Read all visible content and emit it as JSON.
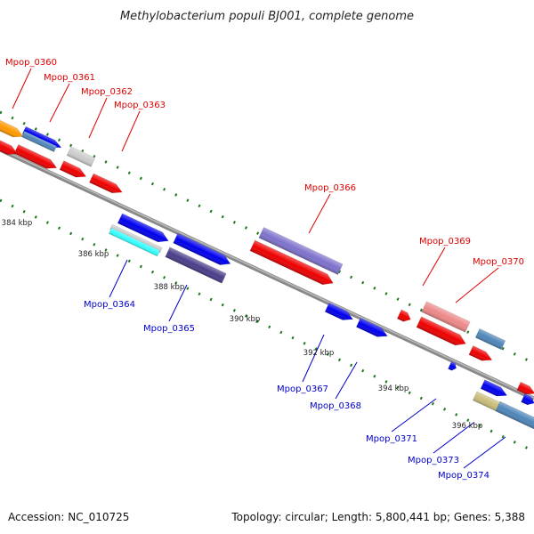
{
  "title": "Methylobacterium populi BJ001, complete genome",
  "accession": "Accession: NC_010725",
  "topology": "Topology: circular; Length: 5,800,441 bp; Genes: 5,388",
  "colors": {
    "label_top": "#dd0000",
    "label_bottom": "#0000cc",
    "backbone": "#888888",
    "tick": "#1a7a1a",
    "red": "#ee0000",
    "blue": "#0000ee",
    "steel": "#4f86b8",
    "gray": "#cccccc",
    "orange": "#ff9900",
    "purple": "#7d72cc",
    "darkpurple": "#4a3e8a",
    "cyan": "#33ffff",
    "pink": "#ee8888",
    "khaki": "#c9bd7a"
  },
  "ticks": [
    "384 kbp",
    "386 kbp",
    "388 kbp",
    "390 kbp",
    "392 kbp",
    "394 kbp",
    "396 kbp"
  ],
  "genes_top": [
    "Mpop_0360",
    "Mpop_0361",
    "Mpop_0362",
    "Mpop_0363",
    "Mpop_0366",
    "Mpop_0369",
    "Mpop_0370"
  ],
  "genes_bottom": [
    "Mpop_0364",
    "Mpop_0365",
    "Mpop_0367",
    "Mpop_0368",
    "Mpop_0371",
    "Mpop_0373",
    "Mpop_0374"
  ]
}
